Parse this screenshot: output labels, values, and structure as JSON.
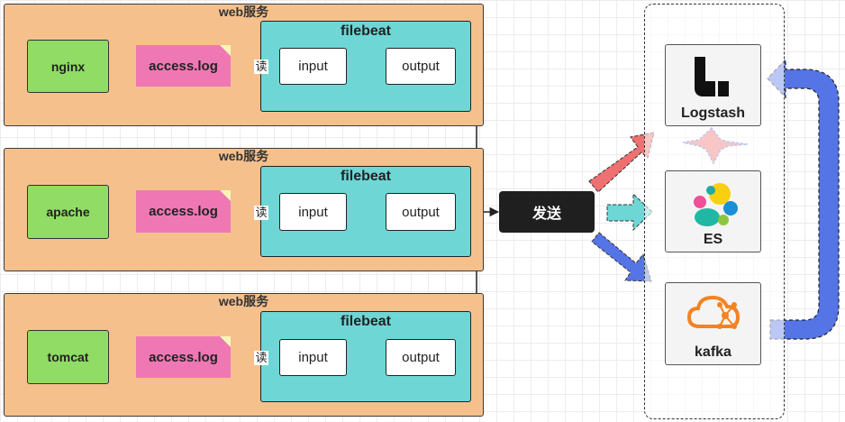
{
  "rows": [
    {
      "group_title": "web服务",
      "filebeat_title": "filebeat",
      "server": "nginx",
      "log": "access.log",
      "read": "读",
      "input": "input",
      "output": "output"
    },
    {
      "group_title": "web服务",
      "filebeat_title": "filebeat",
      "server": "apache",
      "log": "access.log",
      "read": "读",
      "input": "input",
      "output": "output"
    },
    {
      "group_title": "web服务",
      "filebeat_title": "filebeat",
      "server": "tomcat",
      "log": "access.log",
      "read": "读",
      "input": "input",
      "output": "output"
    }
  ],
  "send_label": "发送",
  "destinations": {
    "logstash": {
      "label": "Logstash",
      "icon": "logstash-icon"
    },
    "es": {
      "label": "ES",
      "icon": "elasticsearch-icon"
    },
    "kafka": {
      "label": "kafka",
      "icon": "kafka-icon"
    }
  },
  "colors": {
    "web_service": "#f6c08d",
    "filebeat": "#6fd6d6",
    "server": "#90dc64",
    "log_file": "#ef78b4",
    "send": "#1f1f1f",
    "arrow_red": "#ef7070",
    "arrow_cyan": "#6fd6d6",
    "arrow_blue": "#5575e6"
  }
}
